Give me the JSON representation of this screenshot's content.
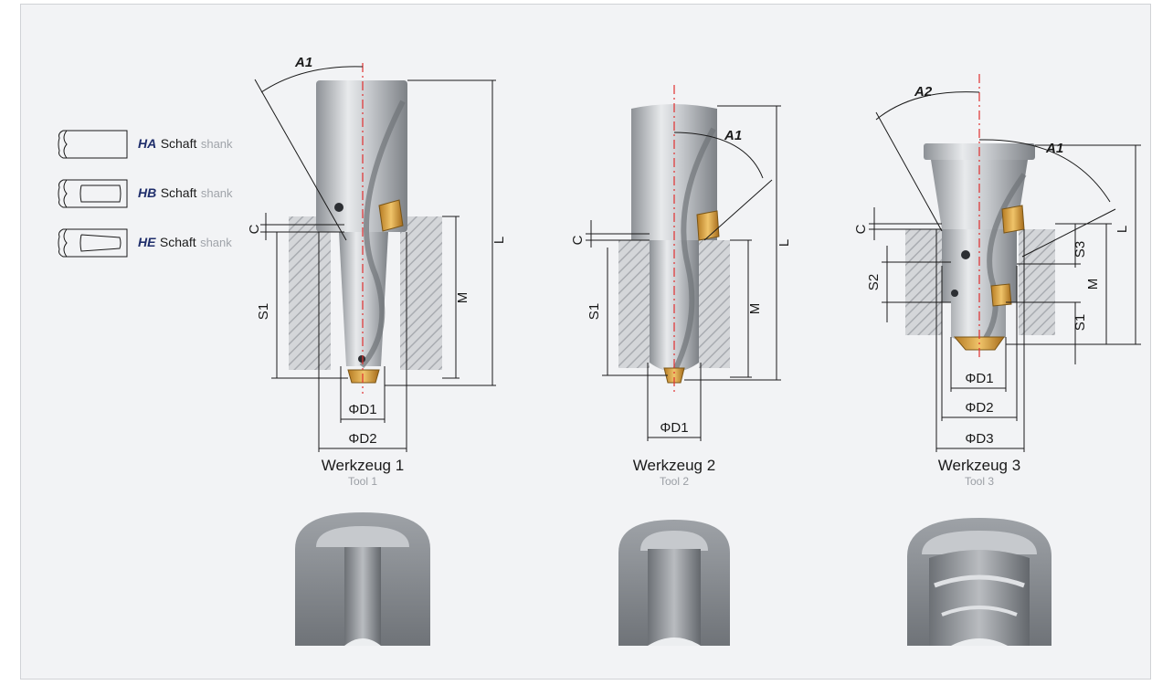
{
  "legend": [
    {
      "code": "HA",
      "name": "Schaft",
      "en": "shank"
    },
    {
      "code": "HB",
      "name": "Schaft",
      "en": "shank"
    },
    {
      "code": "HE",
      "name": "Schaft",
      "en": "shank"
    }
  ],
  "tools": [
    {
      "title": "Werkzeug 1",
      "subtitle": "Tool 1",
      "dims": {
        "A1": "A1",
        "L": "L",
        "M": "M",
        "C": "C",
        "S1": "S1",
        "D1": "ΦD1",
        "D2": "ΦD2"
      }
    },
    {
      "title": "Werkzeug 2",
      "subtitle": "Tool 2",
      "dims": {
        "A1": "A1",
        "L": "L",
        "M": "M",
        "C": "C",
        "S1": "S1",
        "D1": "ΦD1"
      }
    },
    {
      "title": "Werkzeug 3",
      "subtitle": "Tool 3",
      "dims": {
        "A1": "A1",
        "A2": "A2",
        "L": "L",
        "M": "M",
        "C": "C",
        "S1": "S1",
        "S2": "S2",
        "S3": "S3",
        "D1": "ΦD1",
        "D2": "ΦD2",
        "D3": "ΦD3"
      }
    }
  ],
  "colors": {
    "axis": "#e03030",
    "legend_code": "#1f2e6b",
    "insert": "#d9a23a",
    "hatch": "#a9acb1"
  }
}
